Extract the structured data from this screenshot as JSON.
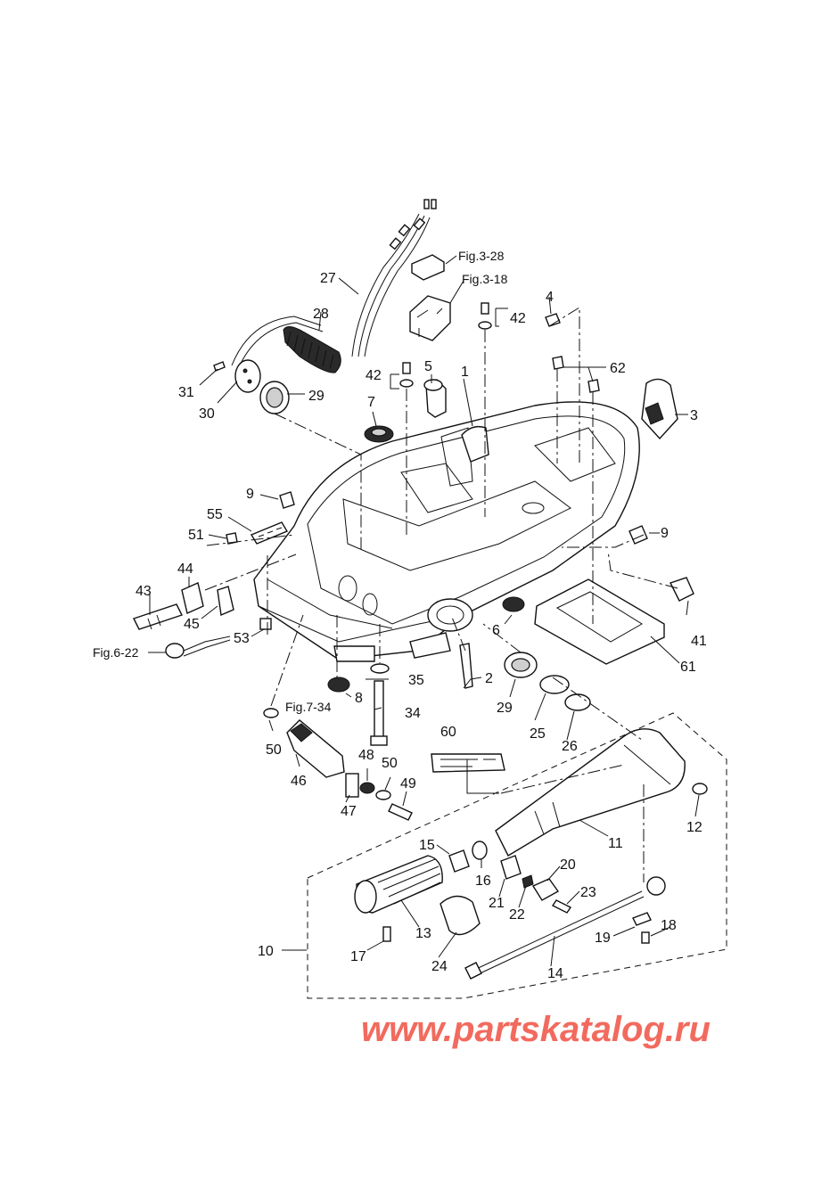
{
  "diagram": {
    "callouts": [
      {
        "id": "c1",
        "text": "1"
      },
      {
        "id": "c2",
        "text": "2"
      },
      {
        "id": "c3",
        "text": "3"
      },
      {
        "id": "c4",
        "text": "4"
      },
      {
        "id": "c5",
        "text": "5"
      },
      {
        "id": "c6",
        "text": "6"
      },
      {
        "id": "c7",
        "text": "7"
      },
      {
        "id": "c8",
        "text": "8"
      },
      {
        "id": "c9a",
        "text": "9"
      },
      {
        "id": "c9b",
        "text": "9"
      },
      {
        "id": "c10",
        "text": "10"
      },
      {
        "id": "c11",
        "text": "11"
      },
      {
        "id": "c12",
        "text": "12"
      },
      {
        "id": "c13",
        "text": "13"
      },
      {
        "id": "c14",
        "text": "14"
      },
      {
        "id": "c15",
        "text": "15"
      },
      {
        "id": "c16",
        "text": "16"
      },
      {
        "id": "c17",
        "text": "17"
      },
      {
        "id": "c18",
        "text": "18"
      },
      {
        "id": "c19",
        "text": "19"
      },
      {
        "id": "c20",
        "text": "20"
      },
      {
        "id": "c21",
        "text": "21"
      },
      {
        "id": "c22",
        "text": "22"
      },
      {
        "id": "c23",
        "text": "23"
      },
      {
        "id": "c24",
        "text": "24"
      },
      {
        "id": "c25",
        "text": "25"
      },
      {
        "id": "c26",
        "text": "26"
      },
      {
        "id": "c27",
        "text": "27"
      },
      {
        "id": "c28",
        "text": "28"
      },
      {
        "id": "c29a",
        "text": "29"
      },
      {
        "id": "c29b",
        "text": "29"
      },
      {
        "id": "c30",
        "text": "30"
      },
      {
        "id": "c31",
        "text": "31"
      },
      {
        "id": "c34",
        "text": "34"
      },
      {
        "id": "c35",
        "text": "35"
      },
      {
        "id": "c41",
        "text": "41"
      },
      {
        "id": "c42a",
        "text": "42"
      },
      {
        "id": "c42b",
        "text": "42"
      },
      {
        "id": "c43",
        "text": "43"
      },
      {
        "id": "c44",
        "text": "44"
      },
      {
        "id": "c45",
        "text": "45"
      },
      {
        "id": "c46",
        "text": "46"
      },
      {
        "id": "c47",
        "text": "47"
      },
      {
        "id": "c48",
        "text": "48"
      },
      {
        "id": "c49",
        "text": "49"
      },
      {
        "id": "c50a",
        "text": "50"
      },
      {
        "id": "c50b",
        "text": "50"
      },
      {
        "id": "c51",
        "text": "51"
      },
      {
        "id": "c53",
        "text": "53"
      },
      {
        "id": "c55",
        "text": "55"
      },
      {
        "id": "c60",
        "text": "60"
      },
      {
        "id": "c61",
        "text": "61"
      },
      {
        "id": "c62",
        "text": "62"
      }
    ],
    "references": [
      {
        "id": "r328",
        "text": "Fig.3-28"
      },
      {
        "id": "r318",
        "text": "Fig.3-18"
      },
      {
        "id": "r622",
        "text": "Fig.6-22"
      },
      {
        "id": "r734",
        "text": "Fig.7-34"
      }
    ]
  },
  "watermark": {
    "text": "www.partskatalog.ru",
    "color": "#f26a5e"
  },
  "colors": {
    "line": "#111111",
    "background": "#ffffff"
  }
}
